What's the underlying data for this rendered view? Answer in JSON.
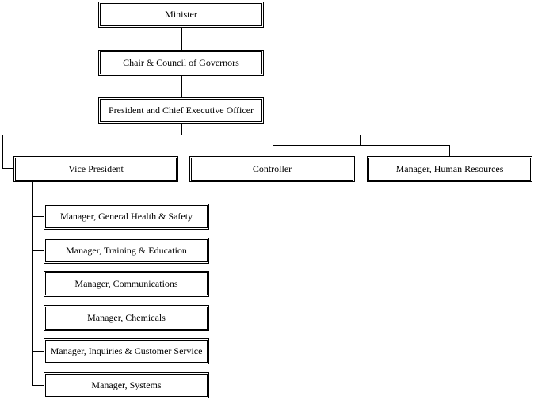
{
  "org_chart": {
    "minister": "Minister",
    "chair": "Chair & Council of Governors",
    "president": "President and Chief Executive Officer",
    "vice_president": "Vice President",
    "controller": "Controller",
    "manager_hr": "Manager, Human Resources",
    "vp_reports": [
      "Manager, General Health & Safety",
      "Manager, Training & Education",
      "Manager, Communications",
      "Manager, Chemicals",
      "Manager, Inquiries & Customer Service",
      "Manager, Systems"
    ]
  }
}
